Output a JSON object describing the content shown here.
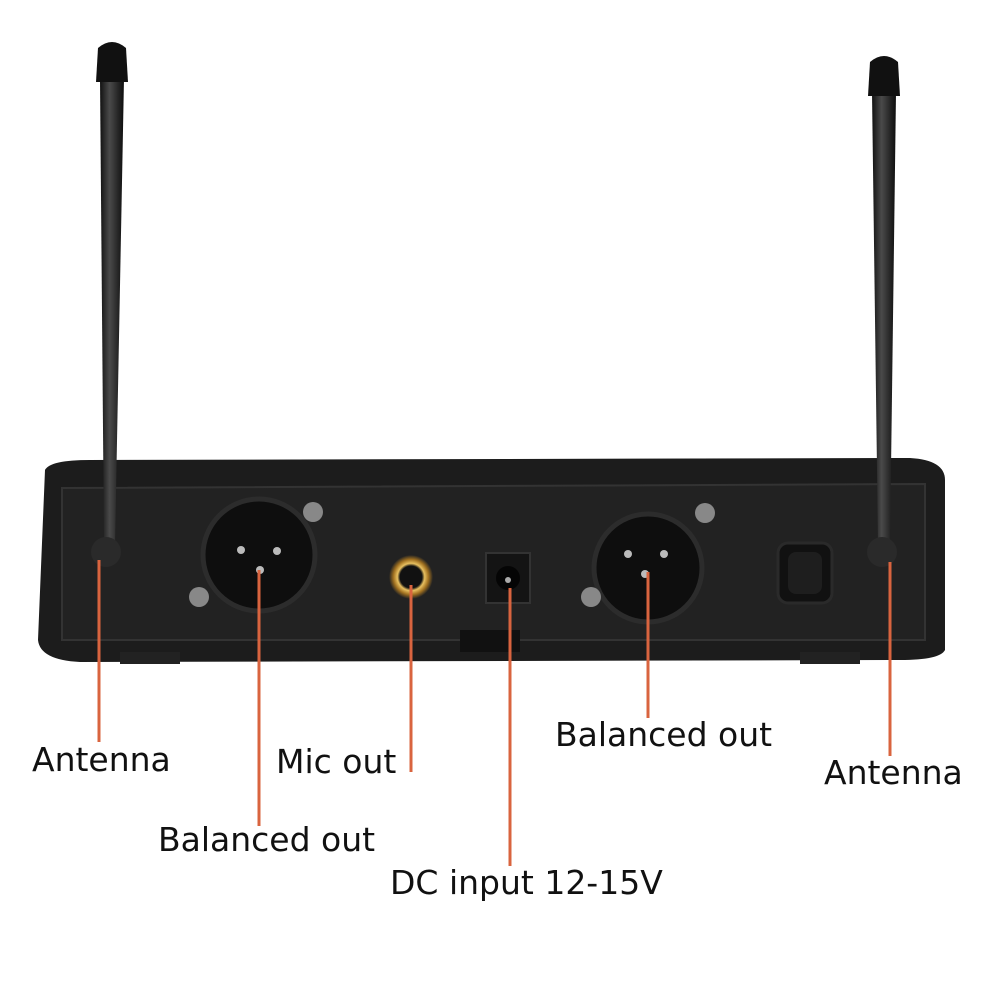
{
  "colors": {
    "callout_line": "#d9643f",
    "device_body": "#1c1c1c",
    "label_text": "#111111"
  },
  "labels": {
    "antenna_left": "Antenna",
    "balanced_out_left": "Balanced out",
    "mic_out": "Mic out",
    "dc_input": "DC input 12-15V",
    "balanced_out_right": "Balanced out",
    "antenna_right": "Antenna"
  }
}
